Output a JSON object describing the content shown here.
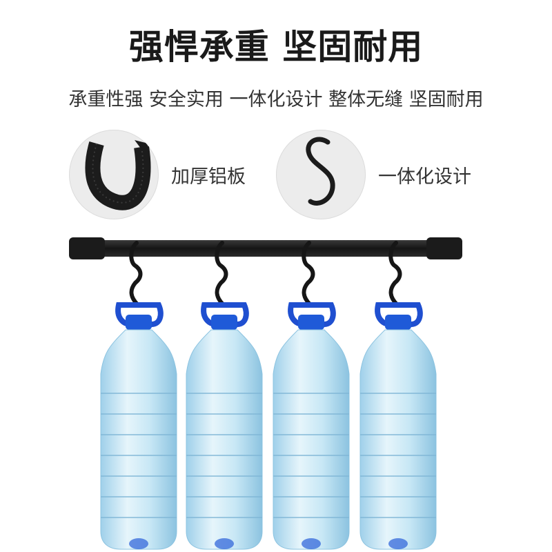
{
  "headline": "强悍承重 坚固耐用",
  "subline": "承重性强 安全实用 一体化设计 整体无缝 坚固耐用",
  "features": [
    {
      "label": "加厚铝板",
      "icon": "thick-aluminum-hook-icon"
    },
    {
      "label": "一体化设计",
      "icon": "s-hook-icon"
    }
  ],
  "product_scene": {
    "hooks": 4,
    "bottles": 4,
    "colors": {
      "rail": "#1c1c1c",
      "bottle": "#bfe3f3",
      "cap": "#1a4fd6"
    }
  }
}
